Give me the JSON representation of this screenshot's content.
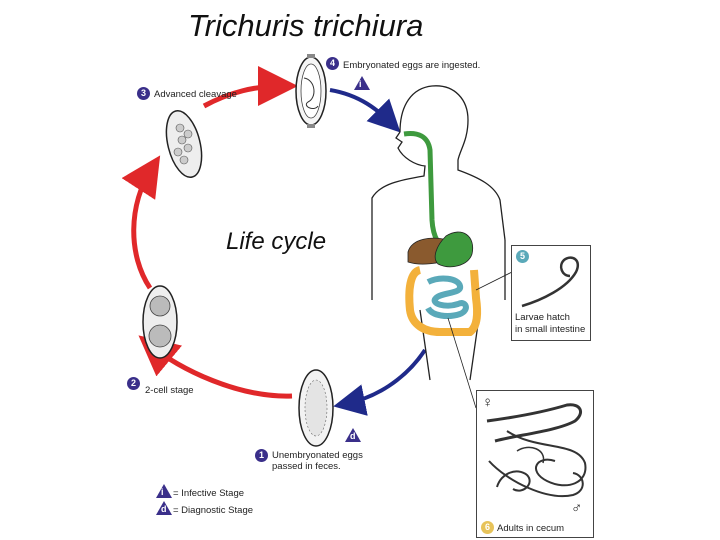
{
  "title": "Trichuris trichiura",
  "subtitle": "Life cycle",
  "stages": {
    "s1": {
      "num": "1",
      "text1": "Unembryonated eggs",
      "text2": "passed in feces."
    },
    "s2": {
      "num": "2",
      "text": "2-cell stage"
    },
    "s3": {
      "num": "3",
      "text": "Advanced cleavage"
    },
    "s4": {
      "num": "4",
      "text": "Embryonated eggs are ingested."
    },
    "s5": {
      "num": "5",
      "text1": "Larvae hatch",
      "text2": "in small intestine"
    },
    "s6": {
      "num": "6",
      "text": "Adults in cecum"
    }
  },
  "markers": {
    "infective": "i",
    "diagnostic": "d",
    "female": "♀",
    "male": "♂"
  },
  "legend": {
    "infective_label": "= Infective Stage",
    "diagnostic_label": "= Diagnostic Stage"
  },
  "colors": {
    "red_arrow": "#e0282a",
    "blue_arrow": "#1f2a8a",
    "badge": "#3a2f8a",
    "esophagus": "#3e9a3e",
    "liver": "#8a5a2e",
    "colon": "#f3b13b",
    "small_intestine": "#5aa9b9"
  }
}
